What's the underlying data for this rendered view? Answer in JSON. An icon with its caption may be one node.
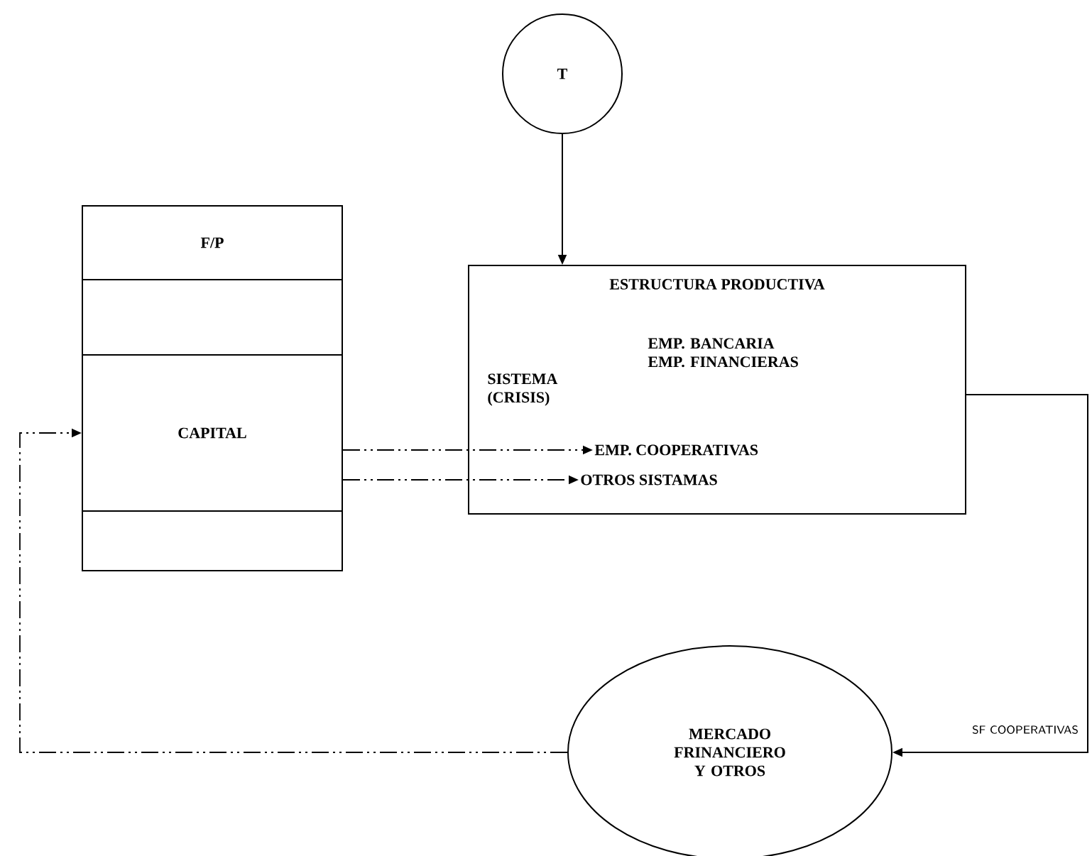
{
  "diagram": {
    "nodes": [
      {
        "text": [
          "T"
        ]
      },
      {
        "text": [
          "F/P"
        ]
      },
      {
        "text": [],
        "shape": "box"
      },
      {
        "text": [
          "CAPITAL"
        ]
      },
      {
        "text": [],
        "shape": "box"
      },
      {
        "text": [
          "ESTRUCTURA PRODUCTIVA",
          "EMP. BANCARIA EMP. FINANCIERAS",
          "SISTEMA (CRISIS)"
        ]
      },
      {
        "text": [
          "EMP. COOPERATIVAS"
        ],
        "in": 5
      },
      {
        "text": [
          "OTROS SISTAMAS"
        ],
        "in": 5
      },
      {
        "text": [
          "MERCADO FRINANCIERO Y OTROS"
        ]
      }
    ],
    "edges": [
      {
        "from": 0,
        "to": 5,
        "arrow": "to"
      },
      {
        "from": 3,
        "to": 6,
        "arrow": "to",
        "style": "dashed"
      },
      {
        "from": 3,
        "to": 7,
        "arrow": "to",
        "style": "dashed"
      },
      {
        "from": 5,
        "to": 8,
        "arrow": "to",
        "label": "SF COOPERATIVAS"
      },
      {
        "from": 8,
        "to": 3,
        "arrow": "to",
        "style": "dashed"
      }
    ]
  }
}
